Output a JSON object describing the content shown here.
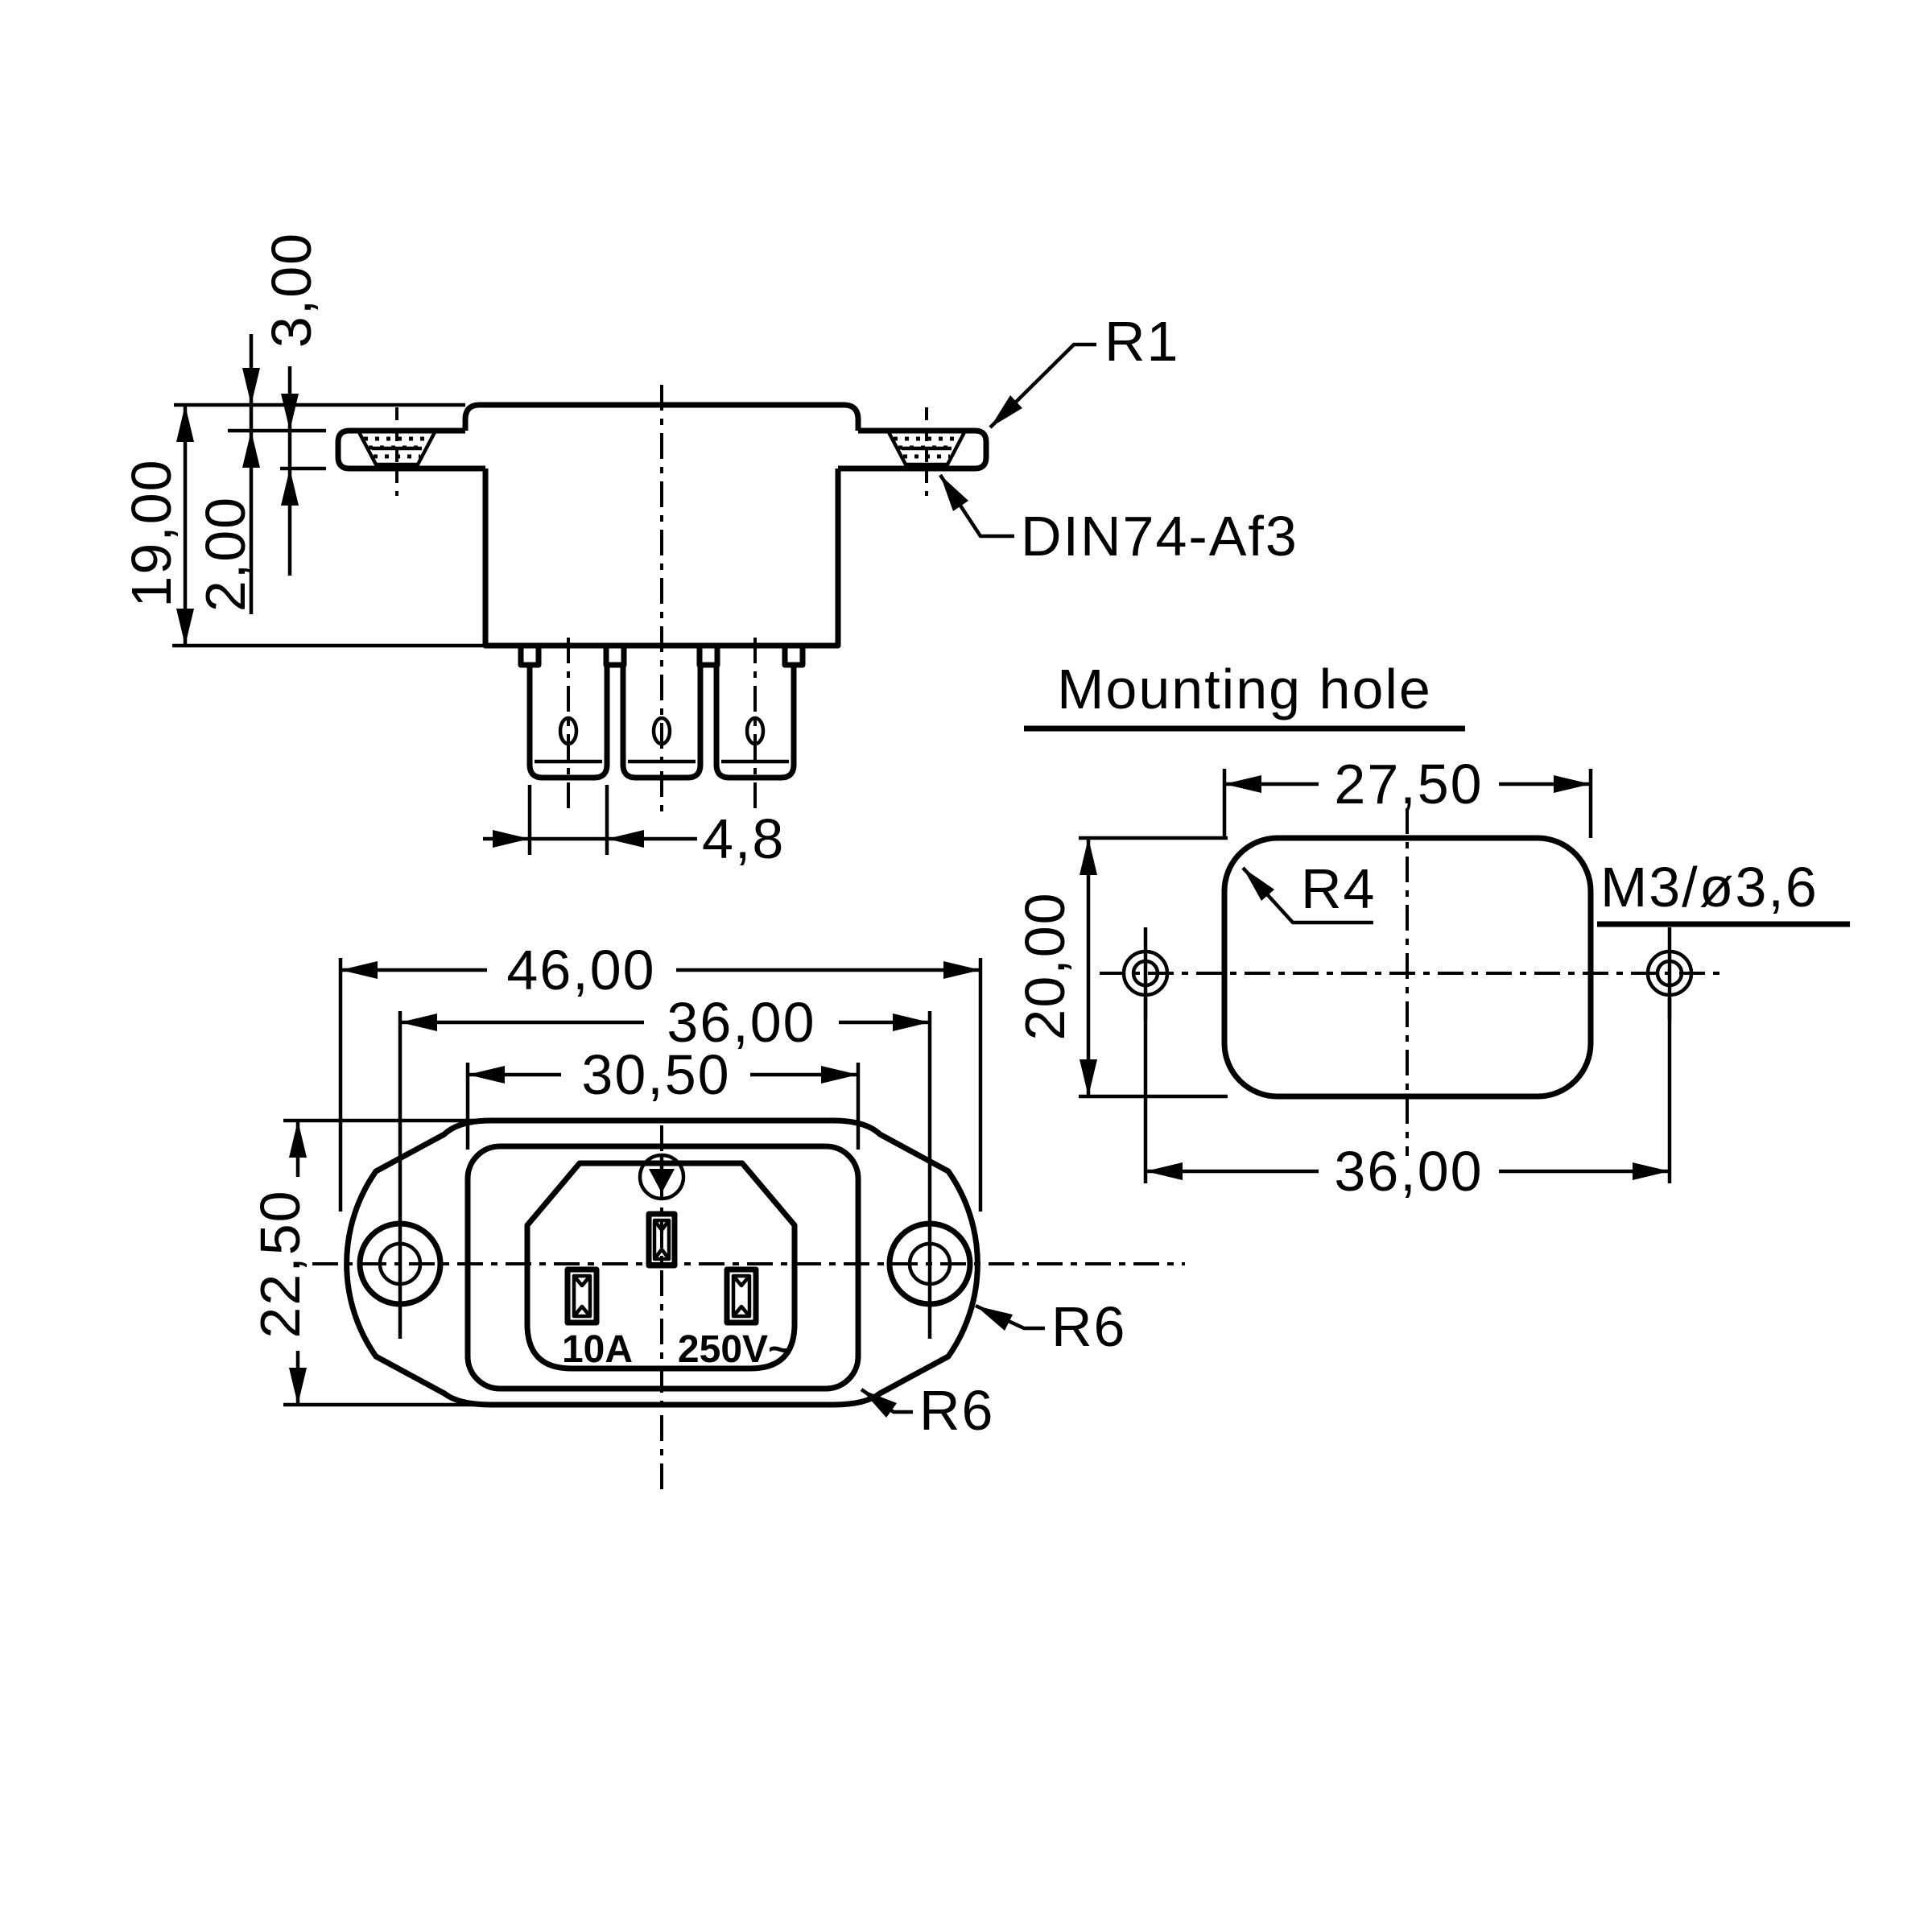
{
  "colors": {
    "ink": "#000000",
    "paper": "#ffffff"
  },
  "side_view": {
    "dim_cap_height": "2,00",
    "dim_flange_thickness": "3,00",
    "dim_total_height": "19,00",
    "dim_tab_width": "4,8",
    "label_edge_radius": "R1",
    "label_countersink": "DIN74-Af3"
  },
  "front_view": {
    "dim_flange_width": "46,00",
    "dim_hole_spacing": "36,00",
    "dim_body_width": "30,50",
    "dim_flange_height": "22,50",
    "label_radius_upper": "R6",
    "label_radius_lower": "R6",
    "rating_current": "10A",
    "rating_voltage": "250V~"
  },
  "mounting_view": {
    "title": "Mounting hole",
    "dim_cutout_width": "27,50",
    "dim_cutout_height": "20,00",
    "dim_hole_spacing": "36,00",
    "label_corner_radius": "R4",
    "label_screw": "M3/ø3,6"
  }
}
